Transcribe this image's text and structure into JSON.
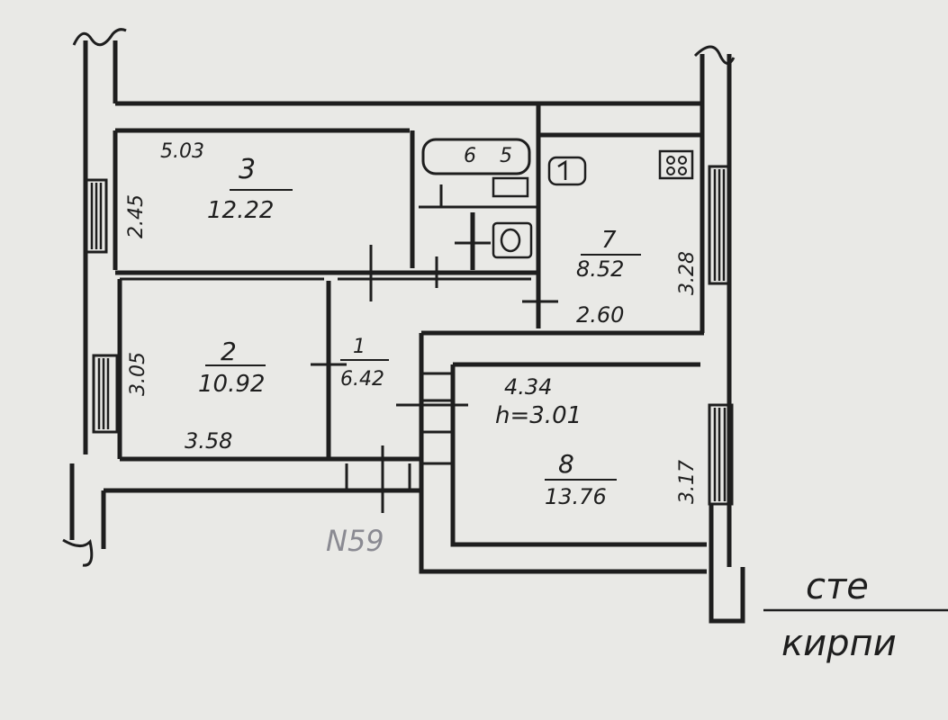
{
  "rooms": [
    {
      "number": "3",
      "area": "12.22",
      "width": "5.03",
      "height": "2.45"
    },
    {
      "number": "2",
      "area": "10.92",
      "width": "3.58",
      "height": "3.05"
    },
    {
      "number": "1",
      "area": "6.42"
    },
    {
      "number": "7",
      "area": "8.52",
      "width": "2.60",
      "height": "3.28"
    },
    {
      "number": "8",
      "area": "13.76",
      "width": "4.34",
      "height": "3.17",
      "ceiling": "h=3.01"
    },
    {
      "number": "6"
    },
    {
      "number": "5"
    }
  ],
  "stamp": "N59",
  "legend": {
    "line1": "сте",
    "line2": "кирпи"
  },
  "colors": {
    "paper": "#e9e9e6",
    "ink": "#1e1e1e",
    "stamp": "#8a8a92"
  }
}
